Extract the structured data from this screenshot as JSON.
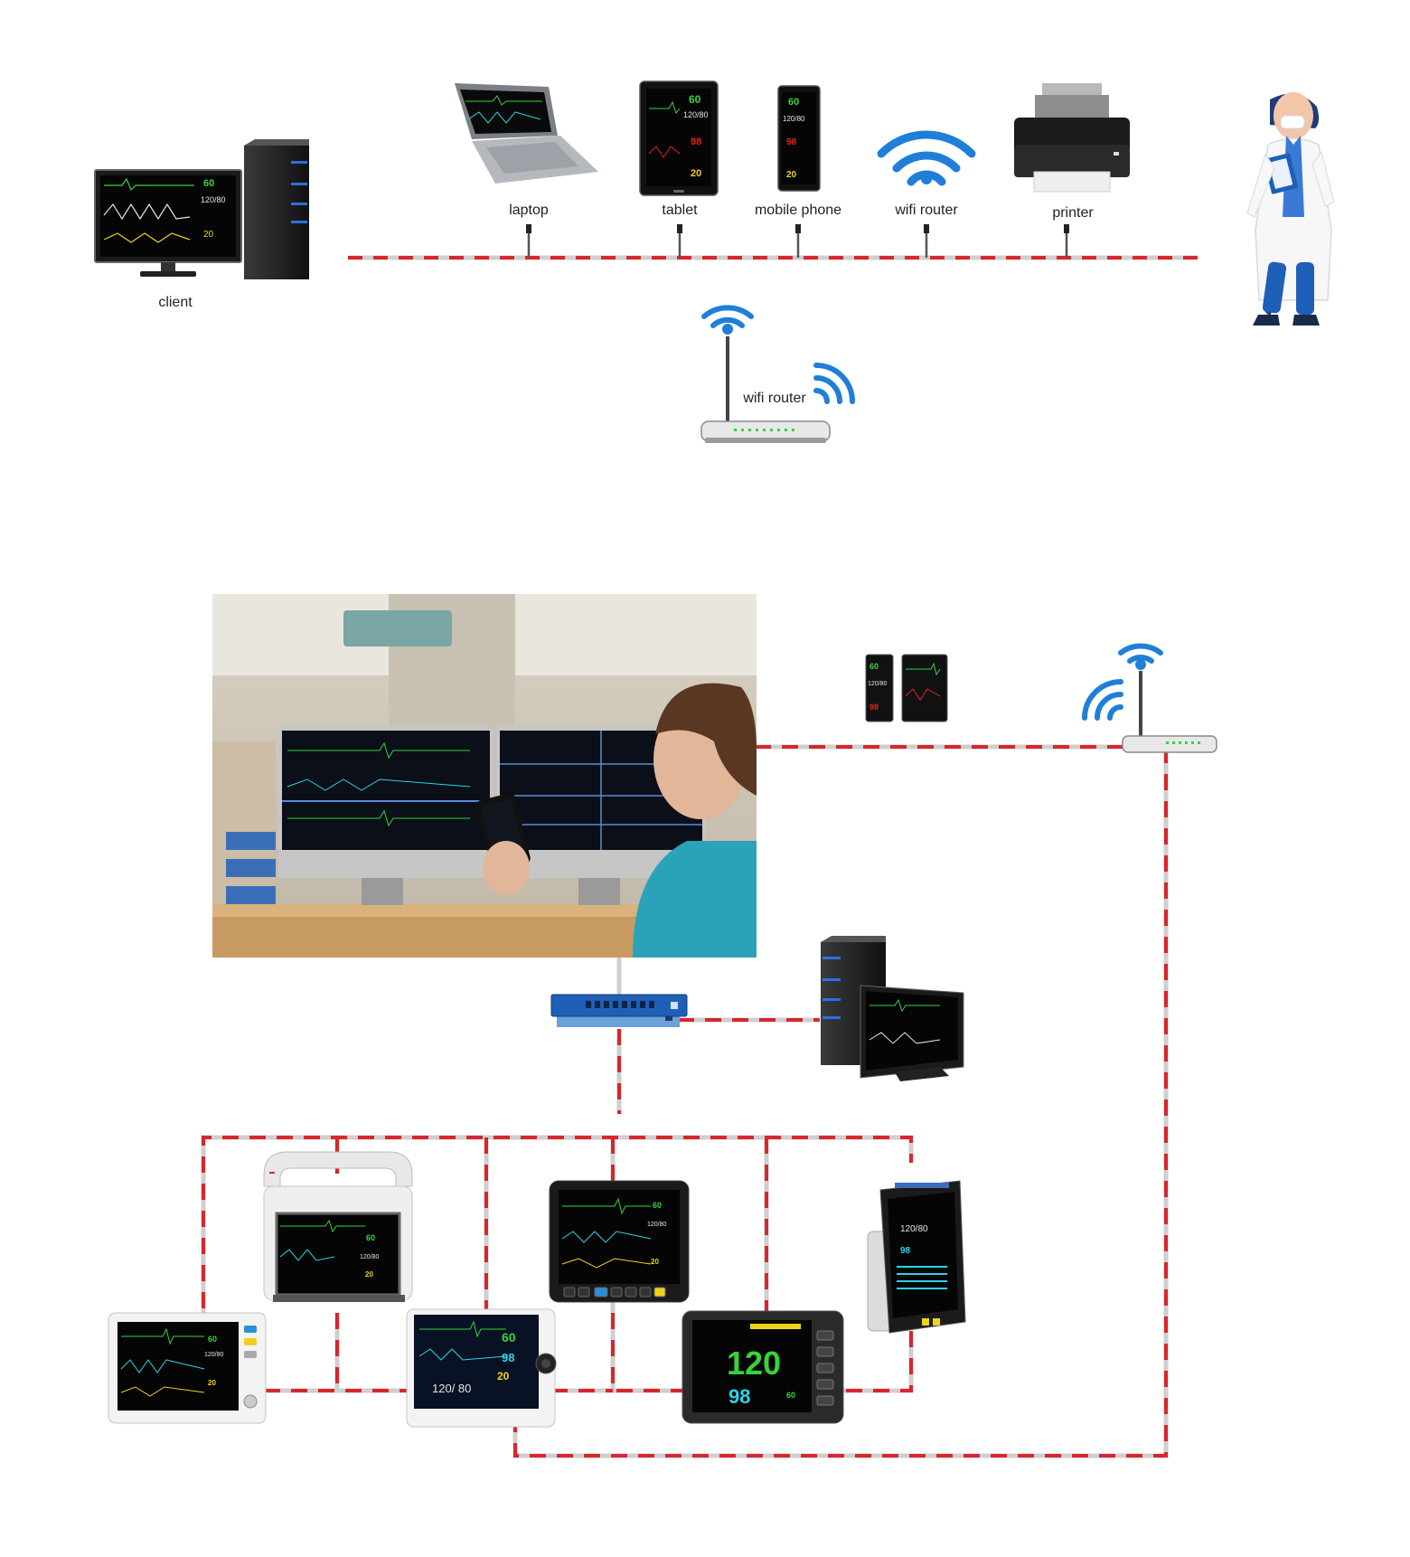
{
  "labels": {
    "client": "client",
    "laptop": "laptop",
    "tablet": "tablet",
    "mobile_phone": "mobile phone",
    "wifi_top": "wifi router",
    "printer": "printer",
    "wifi_router": "wifi router"
  },
  "screen_values": {
    "hr": "60",
    "bp": "120/80",
    "bp_spaced": "120/ 80",
    "spo2": "98",
    "rr": "20",
    "big_hr": "120"
  },
  "colors": {
    "network_dash": "#d9262c",
    "network_gap": "#cfcfcf",
    "wifi_blue": "#1f7fd8",
    "server_blue": "#2f6fe0",
    "monitor_green": "#36d33a",
    "monitor_red": "#e02424",
    "monitor_yellow": "#f0d21a",
    "monitor_cyan": "#2ad3e6"
  }
}
